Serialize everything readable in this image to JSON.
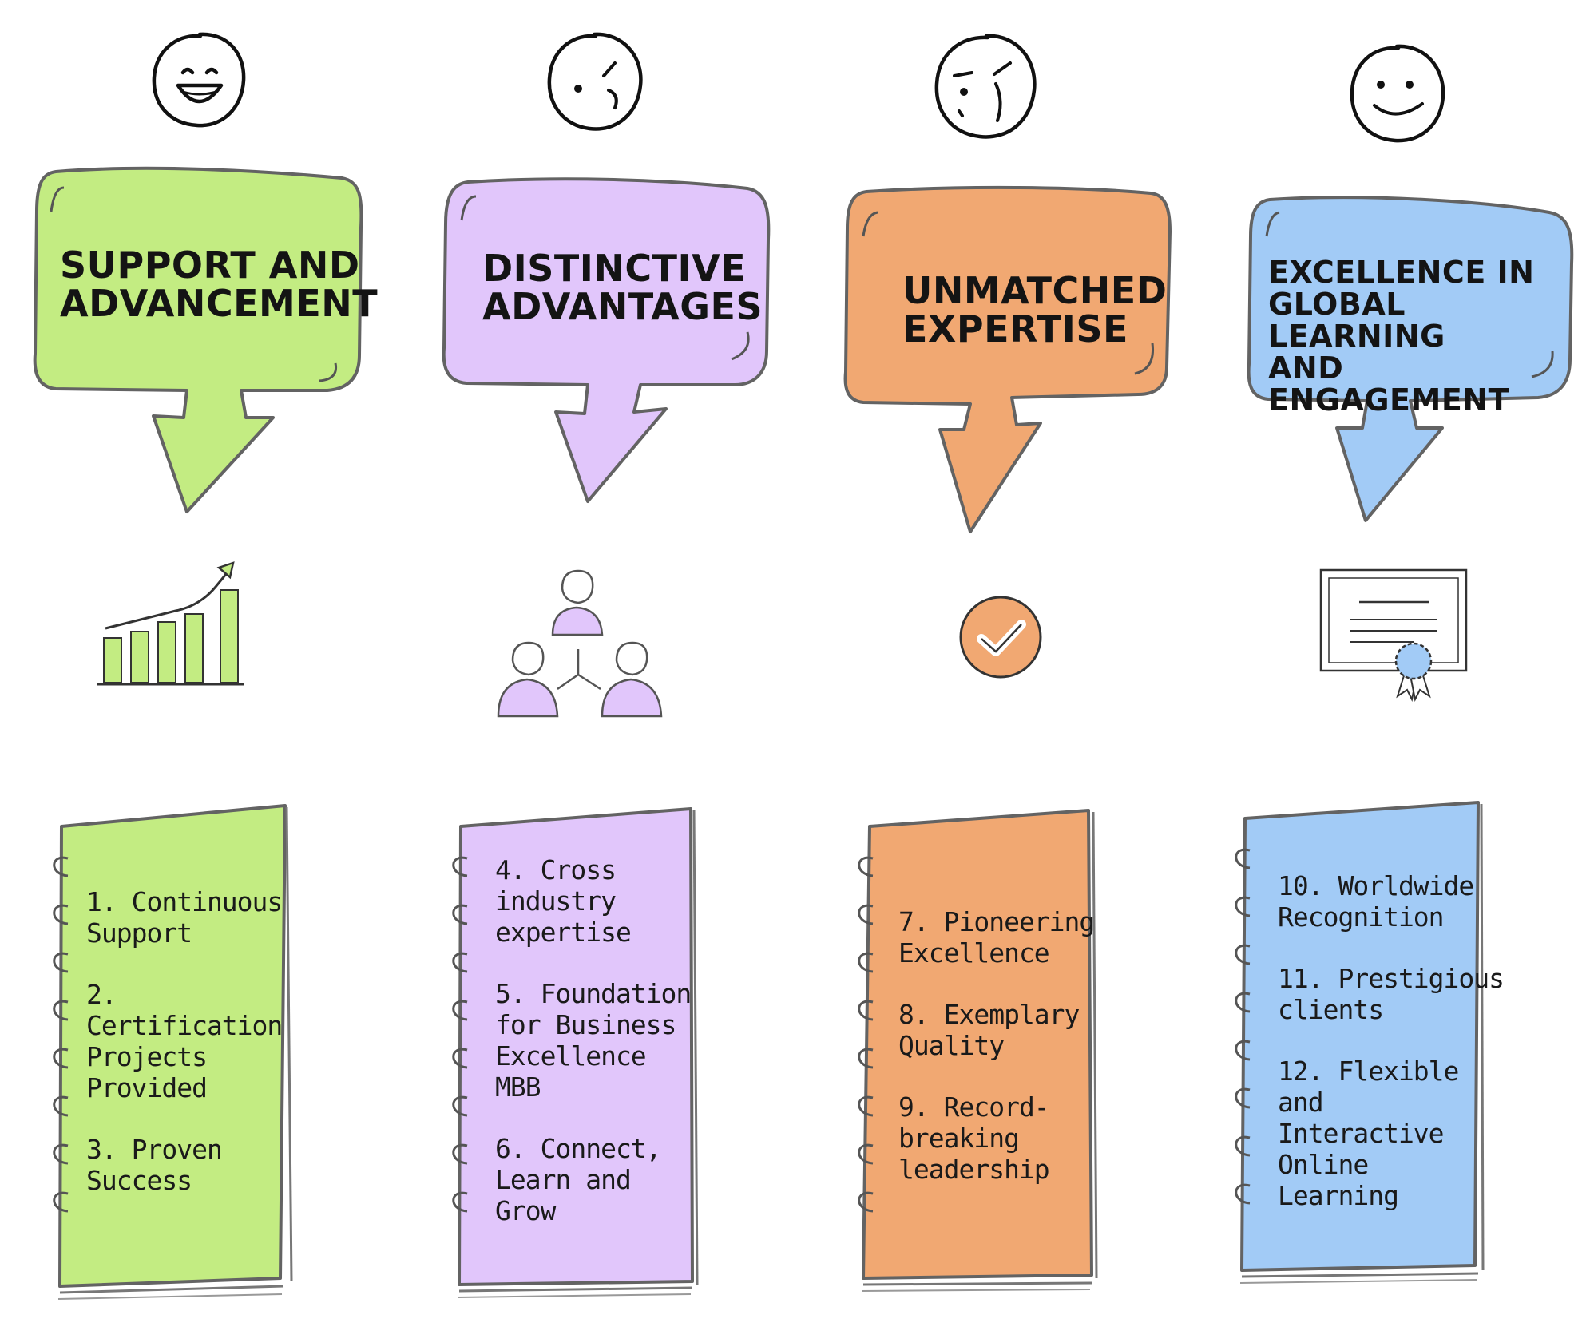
{
  "colors": {
    "green": "#c3ec82",
    "purple": "#e1c6fb",
    "orange": "#f1a872",
    "blue": "#a2cbf6",
    "outline": "#636363",
    "ink": "#141414"
  },
  "columns": [
    {
      "id": "support",
      "face": "laughing-face-icon",
      "title": "SUPPORT AND\nADVANCEMENT",
      "icon": "growth-bar-chart-icon",
      "items": [
        "1. Continuous\nSupport",
        "2. Certification\nProjects\nProvided",
        "3. Proven\nSuccess"
      ]
    },
    {
      "id": "advantages",
      "face": "skeptical-face-icon",
      "title": "DISTINCTIVE\nADVANTAGES",
      "icon": "team-network-icon",
      "items": [
        "4. Cross\nindustry\nexpertise",
        "5. Foundation\nfor Business\nExcellence\nMBB",
        "6. Connect,\nLearn and\nGrow"
      ]
    },
    {
      "id": "expertise",
      "face": "frowning-face-icon",
      "title": "UNMATCHED\nEXPERTISE",
      "icon": "checkmark-badge-icon",
      "items": [
        "7. Pioneering\nExcellence",
        "8. Exemplary\nQuality",
        "9. Record-\nbreaking\nleadership"
      ]
    },
    {
      "id": "excellence",
      "face": "smiling-face-icon",
      "title": "EXCELLENCE IN\nGLOBAL LEARNING\nAND ENGAGEMENT",
      "icon": "certificate-icon",
      "items": [
        "10. Worldwide\nRecognition",
        "11. Prestigious\nclients",
        "12. Flexible\nand\nInteractive\nOnline\nLearning"
      ]
    }
  ]
}
